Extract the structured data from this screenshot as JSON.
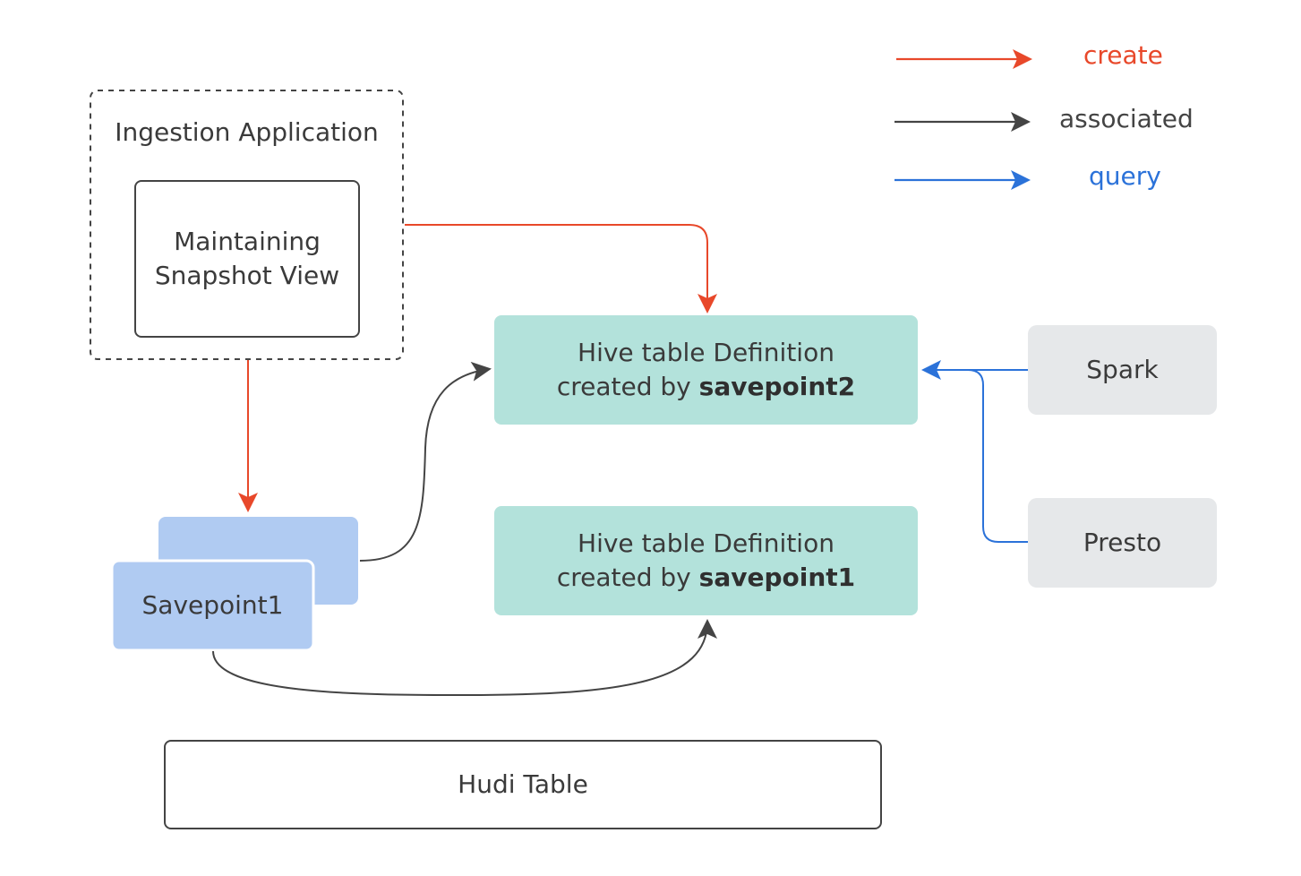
{
  "colors": {
    "create": "#e8482a",
    "associated": "#444444",
    "query": "#2b72d9",
    "hive_fill": "#b3e2db",
    "savepoint_fill": "#b0cbf2",
    "engine_fill": "#e6e8ea",
    "border": "#444444"
  },
  "legend": {
    "create": "create",
    "associated": "associated",
    "query": "query"
  },
  "ingestion": {
    "title": "Ingestion Application",
    "inner_line1": "Maintaining",
    "inner_line2": "Snapshot View"
  },
  "hive2": {
    "line1": "Hive table Definition",
    "line2_prefix": "created by ",
    "line2_bold": "savepoint2"
  },
  "hive1": {
    "line1": "Hive table Definition",
    "line2_prefix": "created by ",
    "line2_bold": "savepoint1"
  },
  "savepoint": {
    "label": "Savepoint1"
  },
  "engines": {
    "spark": "Spark",
    "presto": "Presto"
  },
  "hudi": {
    "label": "Hudi Table"
  }
}
